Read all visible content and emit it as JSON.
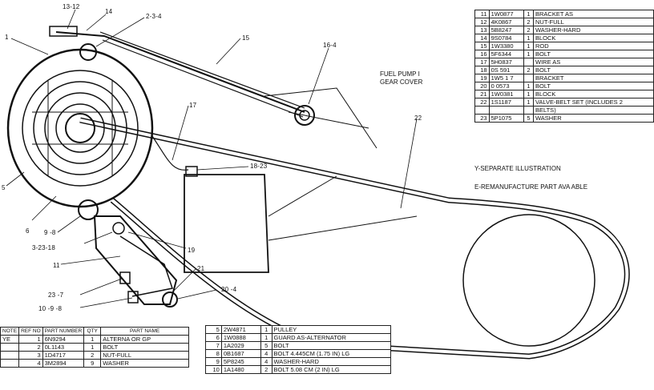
{
  "callouts": [
    {
      "id": "c1",
      "text": "13-12"
    },
    {
      "id": "c2",
      "text": "14"
    },
    {
      "id": "c3",
      "text": "2-3-4"
    },
    {
      "id": "c4",
      "text": "1"
    },
    {
      "id": "c5",
      "text": "15"
    },
    {
      "id": "c6",
      "text": "16-4"
    },
    {
      "id": "c7",
      "text": "17"
    },
    {
      "id": "c8",
      "text": "22"
    },
    {
      "id": "c9",
      "text": "18-23"
    },
    {
      "id": "c10",
      "text": "5"
    },
    {
      "id": "c11",
      "text": "6"
    },
    {
      "id": "c12",
      "text": "9 -8"
    },
    {
      "id": "c13",
      "text": "3-23-18"
    },
    {
      "id": "c14",
      "text": "19"
    },
    {
      "id": "c15",
      "text": "11"
    },
    {
      "id": "c16",
      "text": "21"
    },
    {
      "id": "c17",
      "text": "23 -7"
    },
    {
      "id": "c18",
      "text": "20 -4"
    },
    {
      "id": "c19",
      "text": "10 -9 -8"
    }
  ],
  "labels": {
    "fuel_pump_1": "FUEL PUMP I",
    "fuel_pump_2": "GEAR COVER",
    "note_y": "Y-SEPARATE ILLUSTRATION",
    "note_e": "E-REMANUFACTURE PART AVA ABLE"
  },
  "top_right_table": [
    {
      "ref": "11",
      "part": "1W0877",
      "qty": "1",
      "name": "BRACKET AS"
    },
    {
      "ref": "12",
      "part": "4K0867",
      "qty": "2",
      "name": "NUT-FULL"
    },
    {
      "ref": "13",
      "part": "5B8247",
      "qty": "2",
      "name": "WASHER-HARD"
    },
    {
      "ref": "14",
      "part": "9S0784",
      "qty": "1",
      "name": "BLOCK"
    },
    {
      "ref": "15",
      "part": "1W3380",
      "qty": "1",
      "name": "ROD"
    },
    {
      "ref": "16",
      "part": "5F6344",
      "qty": "1",
      "name": "BOLT"
    },
    {
      "ref": "17",
      "part": "5H0837",
      "qty": "",
      "name": "WIRE AS"
    },
    {
      "ref": "18",
      "part": "0S 591",
      "qty": "2",
      "name": "BOLT"
    },
    {
      "ref": "19",
      "part": "1W5 1 7",
      "qty": "",
      "name": "BRACKET"
    },
    {
      "ref": "20",
      "part": "0 0573",
      "qty": "1",
      "name": "BOLT"
    },
    {
      "ref": "21",
      "part": "1W0381",
      "qty": "1",
      "name": "BLOCK"
    },
    {
      "ref": "22",
      "part": "1S1187",
      "qty": "1",
      "name": "VALVE-BELT SET (INCLUDES 2"
    },
    {
      "ref": "",
      "part": "",
      "qty": "",
      "name": "BELTS)"
    },
    {
      "ref": "23",
      "part": "5P1075",
      "qty": "5",
      "name": "WASHER"
    }
  ],
  "bottom_left_table": {
    "headers": {
      "note": "NOTE",
      "ref": "REF NO",
      "part": "PART NUMBER",
      "qty": "QTY",
      "name": "PART NAME"
    },
    "rows": [
      {
        "note": "YE",
        "ref": "1",
        "part": "6N9294",
        "qty": "1",
        "name": "ALTERNA OR GP"
      },
      {
        "note": "",
        "ref": "2",
        "part": "0L1143",
        "qty": "1",
        "name": "BOLT"
      },
      {
        "note": "",
        "ref": "3",
        "part": "1D4717",
        "qty": "2",
        "name": "NUT-FULL"
      },
      {
        "note": "",
        "ref": "4",
        "part": "3M2894",
        "qty": "9",
        "name": "WASHER"
      }
    ]
  },
  "bottom_mid_table": [
    {
      "ref": "5",
      "part": "2W4871",
      "qty": "1",
      "name": "PULLEY"
    },
    {
      "ref": "6",
      "part": "1W0888",
      "qty": "1",
      "name": "GUARD AS-ALTERNATOR"
    },
    {
      "ref": "7",
      "part": "1A2029",
      "qty": "5",
      "name": "BOLT"
    },
    {
      "ref": "8",
      "part": "0B1687",
      "qty": "4",
      "name": "BOLT 4.445CM (1.75 IN) LG"
    },
    {
      "ref": "9",
      "part": "5P8245",
      "qty": "4",
      "name": "WASHER-HARD"
    },
    {
      "ref": "10",
      "part": "1A1480",
      "qty": "2",
      "name": "BOLT 5.08 CM (2 IN) LG"
    }
  ]
}
